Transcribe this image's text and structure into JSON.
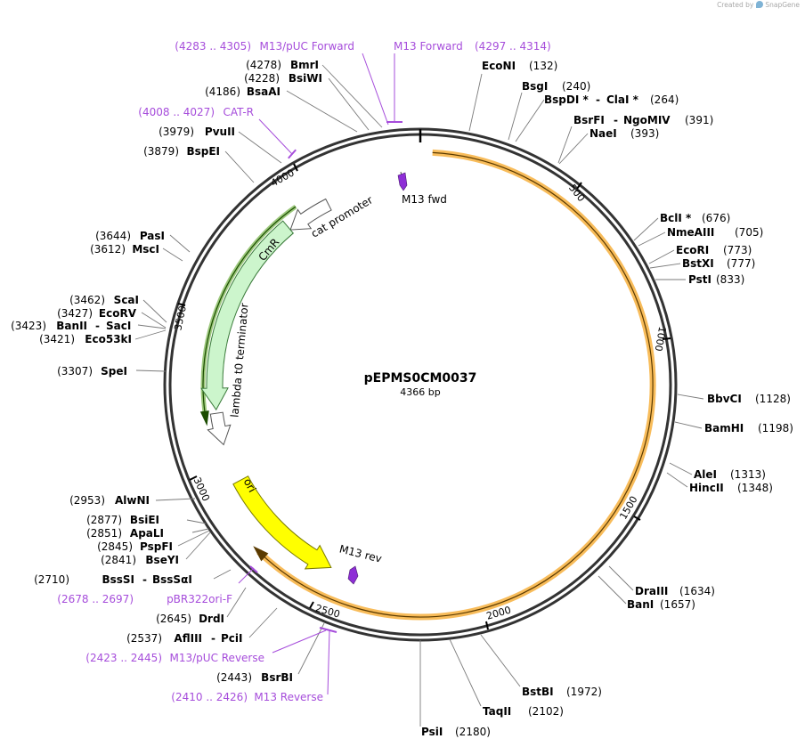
{
  "credit": {
    "prefix": "Created by",
    "brand": "SnapGene"
  },
  "plasmid": {
    "name": "pEPMS0CM0037",
    "length_label": "4366 bp",
    "length": 4366
  },
  "ticks": [
    "500",
    "1000",
    "1500",
    "2000",
    "2500",
    "3000",
    "3500",
    "4000"
  ],
  "features": [
    {
      "name": "M13 fwd",
      "type": "primer_bind",
      "color": "#8e2ed6"
    },
    {
      "name": "cat promoter",
      "type": "promoter",
      "color": "#ffffff"
    },
    {
      "name": "CmR",
      "type": "CDS",
      "color": "#ccf5cc"
    },
    {
      "name": "lambda t0 terminator",
      "type": "terminator",
      "color": "#ffffff"
    },
    {
      "name": "ori",
      "type": "rep_origin",
      "color": "#ffff00"
    },
    {
      "name": "M13 rev",
      "type": "primer_bind",
      "color": "#8e2ed6"
    }
  ],
  "arcs": [
    {
      "name": "orange-outline-arc",
      "color": "#f5a623"
    },
    {
      "name": "green-outline-arc",
      "color": "#4a9a10"
    }
  ],
  "sites": [
    {
      "name": "EcoNI",
      "pos": "(132)"
    },
    {
      "name": "BsgI",
      "pos": "(240)"
    },
    {
      "name": "BspDI *",
      "pos": ""
    },
    {
      "name": "ClaI *",
      "pos": "(264)"
    },
    {
      "name": "BsrFI",
      "pos": ""
    },
    {
      "name": "NgoMIV",
      "pos": "(391)"
    },
    {
      "name": "NaeI",
      "pos": "(393)"
    },
    {
      "name": "BclI *",
      "pos": "(676)"
    },
    {
      "name": "NmeAIII",
      "pos": "(705)"
    },
    {
      "name": "EcoRI",
      "pos": "(773)"
    },
    {
      "name": "BstXI",
      "pos": "(777)"
    },
    {
      "name": "PstI",
      "pos": "(833)"
    },
    {
      "name": "BbvCI",
      "pos": "(1128)"
    },
    {
      "name": "BamHI",
      "pos": "(1198)"
    },
    {
      "name": "AleI",
      "pos": "(1313)"
    },
    {
      "name": "HincII",
      "pos": "(1348)"
    },
    {
      "name": "DraIII",
      "pos": "(1634)"
    },
    {
      "name": "BanI",
      "pos": "(1657)"
    },
    {
      "name": "BstBI",
      "pos": "(1972)"
    },
    {
      "name": "TaqII",
      "pos": "(2102)"
    },
    {
      "name": "PsiI",
      "pos": "(2180)"
    },
    {
      "name": "BsrBI",
      "pos": "(2443)"
    },
    {
      "name": "AflIII",
      "pos": "(2537)"
    },
    {
      "name": "PciI",
      "pos": ""
    },
    {
      "name": "DrdI",
      "pos": "(2645)"
    },
    {
      "name": "BssSI",
      "pos": "(2710)"
    },
    {
      "name": "BssSαI",
      "pos": ""
    },
    {
      "name": "BseYI",
      "pos": "(2841)"
    },
    {
      "name": "PspFI",
      "pos": "(2845)"
    },
    {
      "name": "ApaLI",
      "pos": "(2851)"
    },
    {
      "name": "BsiEI",
      "pos": "(2877)"
    },
    {
      "name": "AlwNI",
      "pos": "(2953)"
    },
    {
      "name": "SpeI",
      "pos": "(3307)"
    },
    {
      "name": "Eco53kI",
      "pos": "(3421)"
    },
    {
      "name": "BanII",
      "pos": "(3423)"
    },
    {
      "name": "SacI",
      "pos": ""
    },
    {
      "name": "EcoRV",
      "pos": "(3427)"
    },
    {
      "name": "ScaI",
      "pos": "(3462)"
    },
    {
      "name": "MscI",
      "pos": "(3612)"
    },
    {
      "name": "PasI",
      "pos": "(3644)"
    },
    {
      "name": "BspEI",
      "pos": "(3879)"
    },
    {
      "name": "PvuII",
      "pos": "(3979)"
    },
    {
      "name": "BsaAI",
      "pos": "(4186)"
    },
    {
      "name": "BsiWI",
      "pos": "(4228)"
    },
    {
      "name": "BmrI",
      "pos": "(4278)"
    }
  ],
  "primer_labels": [
    {
      "name": "M13/pUC Forward",
      "range": "(4283 .. 4305)"
    },
    {
      "name": "M13 Forward",
      "range": "(4297 .. 4314)"
    },
    {
      "name": "CAT-R",
      "range": "(4008 .. 4027)"
    },
    {
      "name": "pBR322ori-F",
      "range": "(2678 .. 2697)"
    },
    {
      "name": "M13/pUC Reverse",
      "range": "(2423 .. 2445)"
    },
    {
      "name": "M13 Reverse",
      "range": "(2410 .. 2426)"
    }
  ]
}
